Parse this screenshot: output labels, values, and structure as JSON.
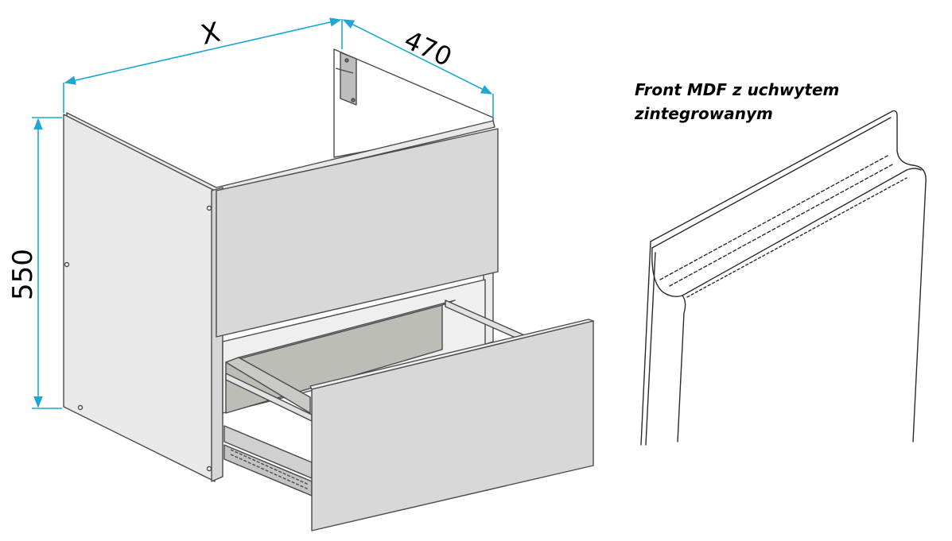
{
  "dimensions": {
    "width_label": "X",
    "depth_label": "470",
    "height_label": "550"
  },
  "caption": {
    "line1": "Front MDF z uchwytem",
    "line2": "zintegrowanym"
  },
  "colors": {
    "dimension_line": "#1fa6d6",
    "panel": "#d8d8d8",
    "panel_light": "#e6e6e6",
    "edge": "#4a4a4a",
    "interior": "#b9b9b6"
  }
}
